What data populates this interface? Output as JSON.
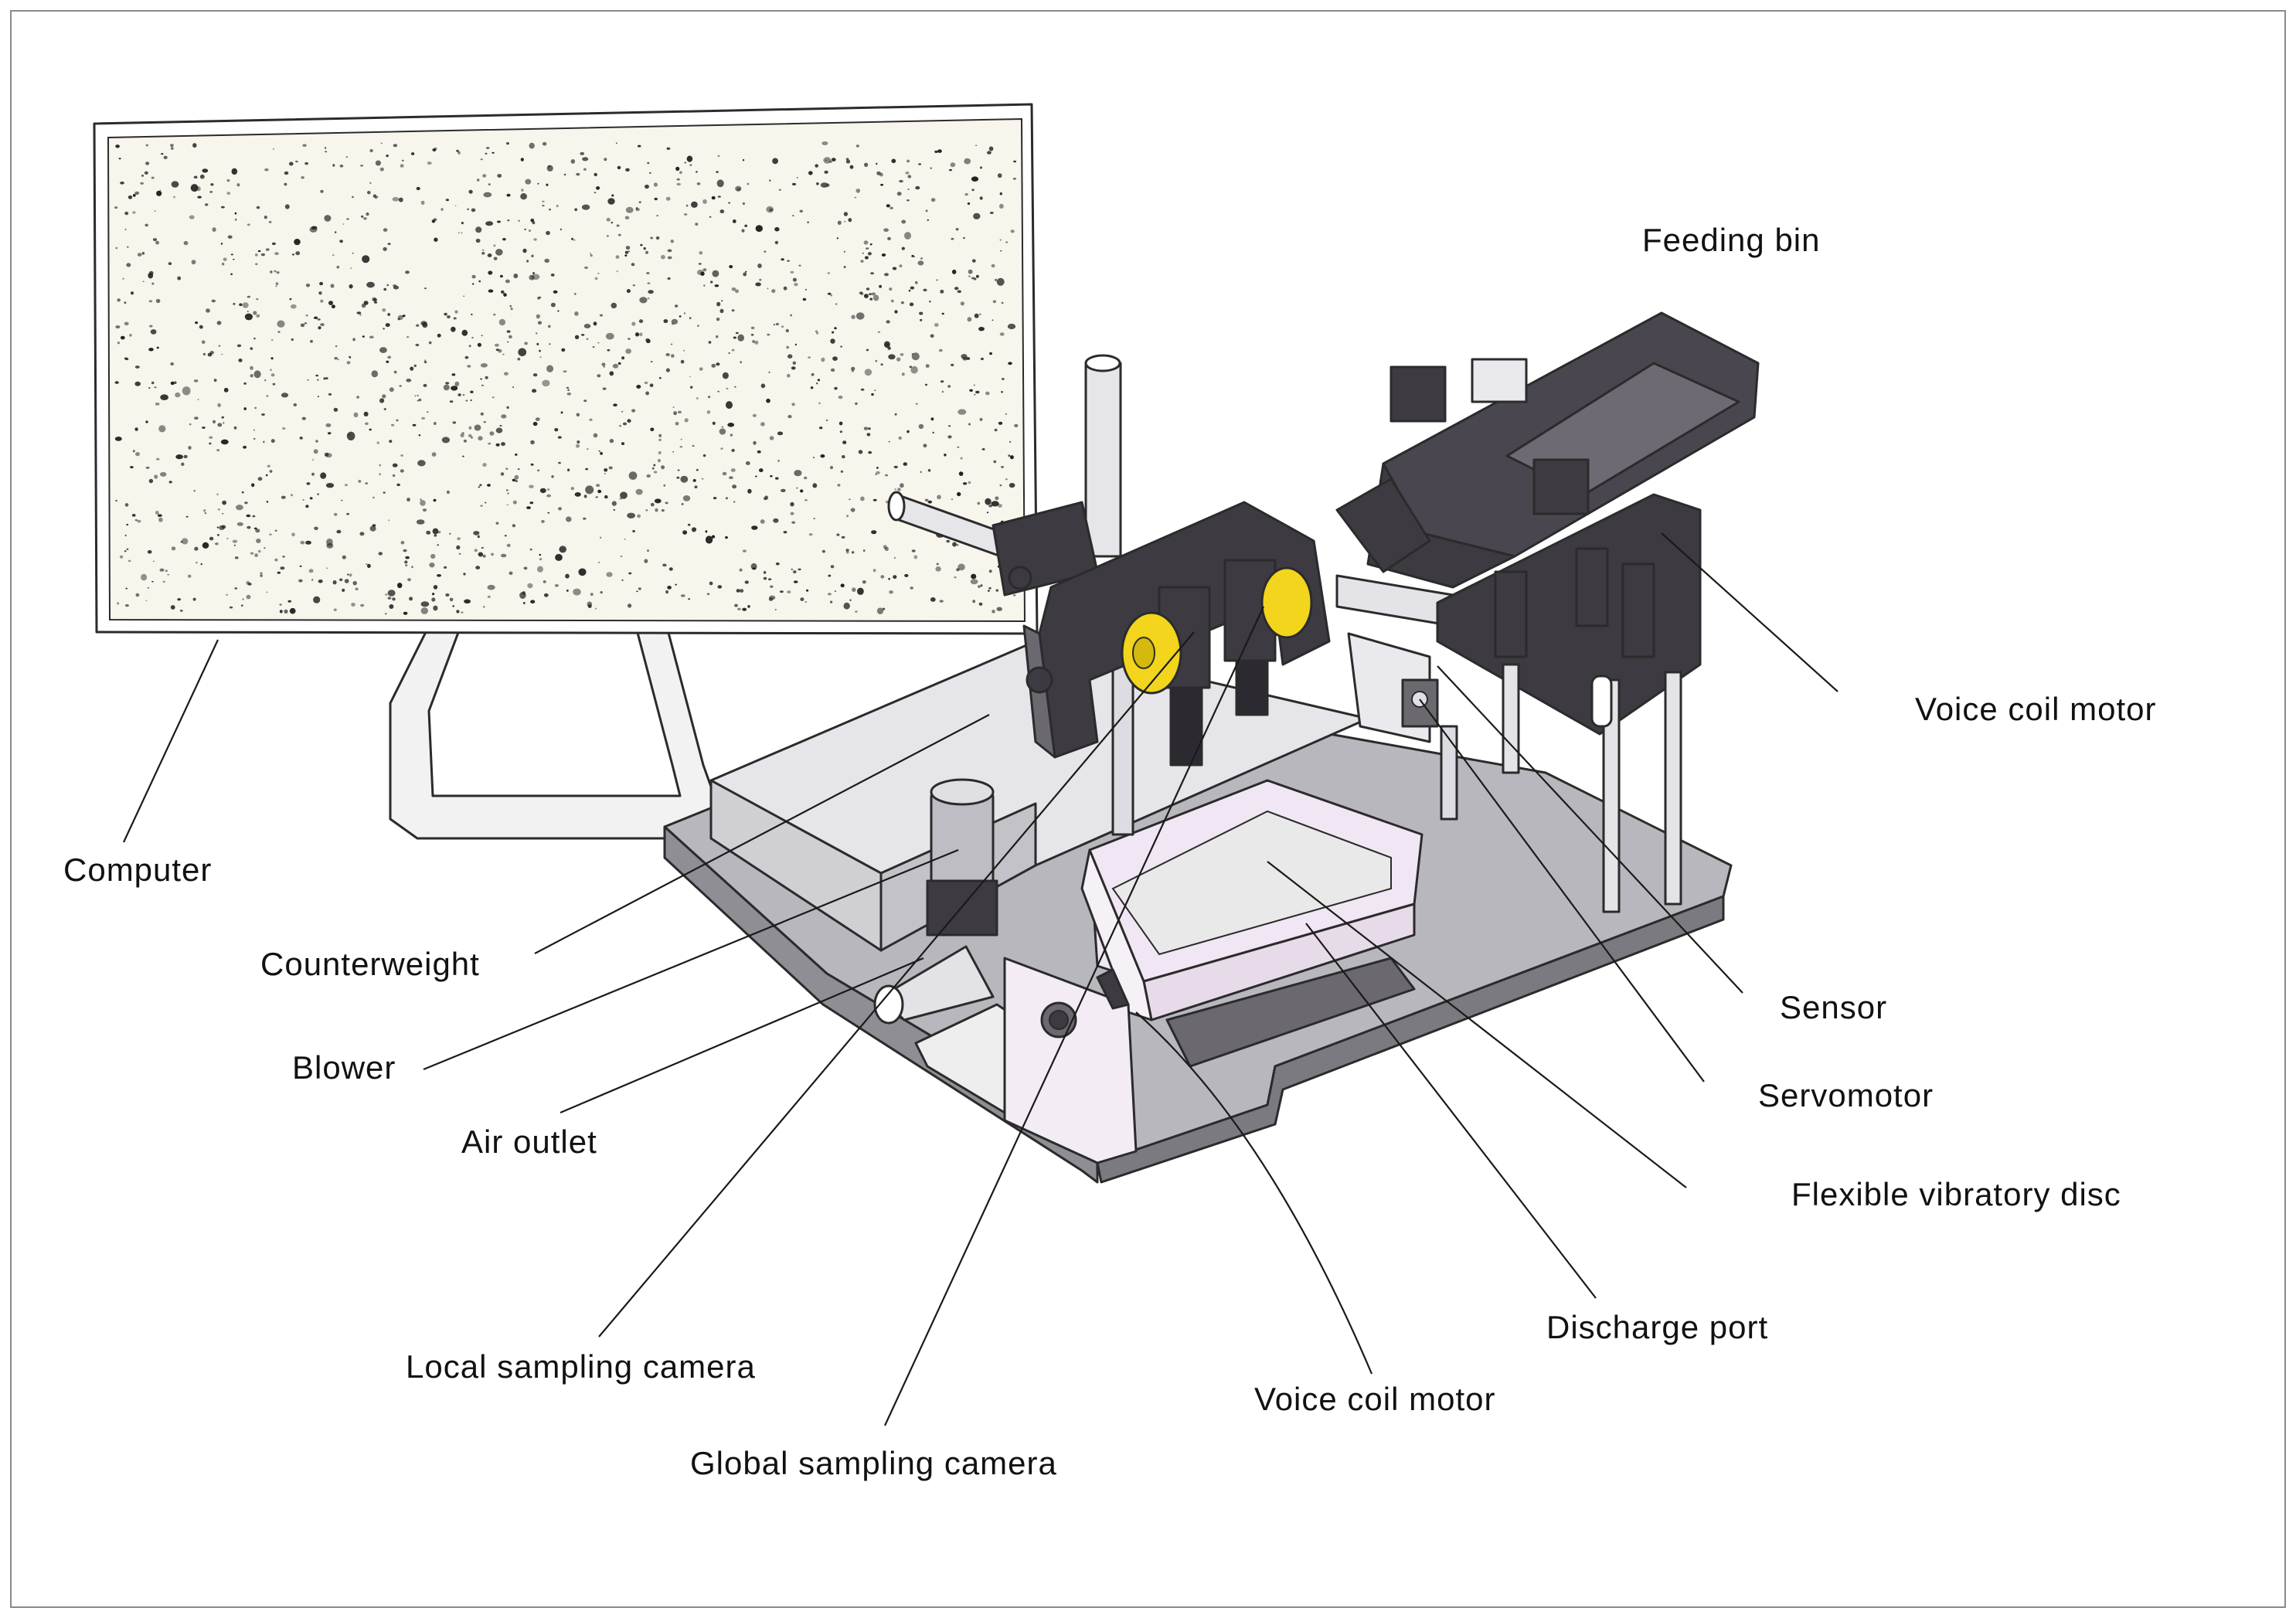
{
  "labels": {
    "computer": "Computer",
    "counterweight": "Counterweight",
    "blower": "Blower",
    "air_outlet": "Air outlet",
    "local_sampling_camera": "Local sampling camera",
    "global_sampling_camera": "Global sampling camera",
    "voice_coil_motor_bottom": "Voice coil motor",
    "discharge_port": "Discharge port",
    "flexible_vibratory_disc": "Flexible vibratory disc",
    "servomotor": "Servomotor",
    "sensor": "Sensor",
    "voice_coil_motor_right": "Voice coil motor",
    "feeding_bin": "Feeding bin"
  },
  "colors": {
    "background": "#ffffff",
    "frame": "#8a8a8a",
    "dark_part": "#3d3a42",
    "mid_part": "#6b6870",
    "light_metal": "#d9d9de",
    "base_plate": "#9a9aa0",
    "pink_panel": "#f1e6f3",
    "camera_ring": "#f2d51c",
    "screen_fill": "#f7f5ec",
    "particles": "#222222"
  }
}
